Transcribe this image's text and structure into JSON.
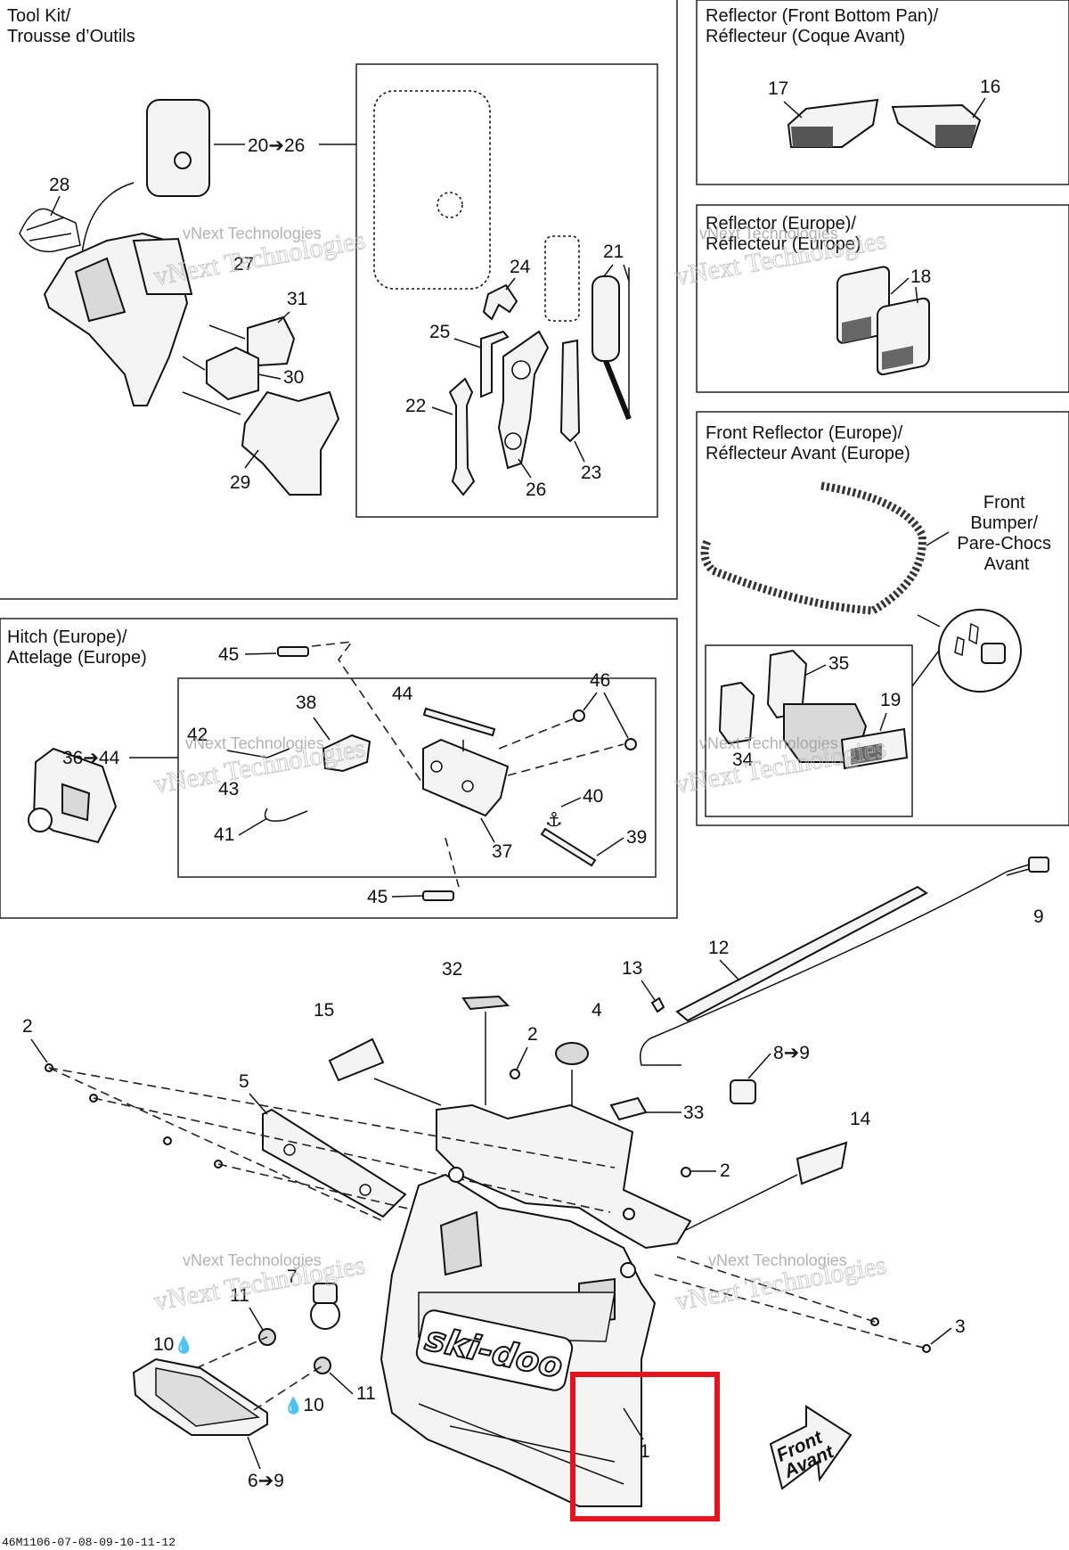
{
  "panels": {
    "tool_kit": [
      "Tool Kit/",
      "Trousse d’Outils"
    ],
    "reflector_front_bottom_pan": [
      "Reflector (Front Bottom Pan)/",
      "Réflecteur (Coque Avant)"
    ],
    "reflector_europe": [
      "Reflector (Europe)/",
      "Réflecteur (Europe)"
    ],
    "front_reflector_europe": [
      "Front Reflector (Europe)/",
      "Réflecteur Avant (Europe)"
    ],
    "hitch_europe": [
      "Hitch (Europe)/",
      "Attelage (Europe)"
    ]
  },
  "front_bumper_label": [
    "Front",
    "Bumper/",
    "Pare-Chocs",
    "Avant"
  ],
  "callouts": {
    "c20_26": "20➔26",
    "c28": "28",
    "c27": "27",
    "c31": "31",
    "c30": "30",
    "c29": "29",
    "c24": "24",
    "c21": "21",
    "c25": "25",
    "c22": "22",
    "c23": "23",
    "c26": "26",
    "c17": "17",
    "c16": "16",
    "c18": "18",
    "c35": "35",
    "c19": "19",
    "c34": "34",
    "c45a": "45",
    "c45b": "45",
    "c38": "38",
    "c44": "44",
    "c46": "46",
    "c42": "42",
    "c36_44": "36➔44",
    "c43": "43",
    "c41": "41",
    "c40": "40",
    "c39": "39",
    "c37": "37",
    "c9": "9",
    "c12": "12",
    "c13": "13",
    "c32": "32",
    "c15": "15",
    "c2a": "2",
    "c2b": "2",
    "c2c": "2",
    "c4": "4",
    "c8_9": "8➔9",
    "c5": "5",
    "c33": "33",
    "c14": "14",
    "c3": "3",
    "c7": "7",
    "c11a": "11",
    "c10a": "10",
    "c11b": "11",
    "c10b": "10",
    "c1": "1",
    "c6_9": "6➔9"
  },
  "brand_logo_text": "ski-doo",
  "front_arrow": [
    "Front",
    "Avant"
  ],
  "watermark": "vNext Technologies",
  "reference_code": "46M1106-07-08-09-10-11-12",
  "colors": {
    "highlight": "#e3141b",
    "line": "#111111",
    "fill": "#f4f4f4"
  }
}
